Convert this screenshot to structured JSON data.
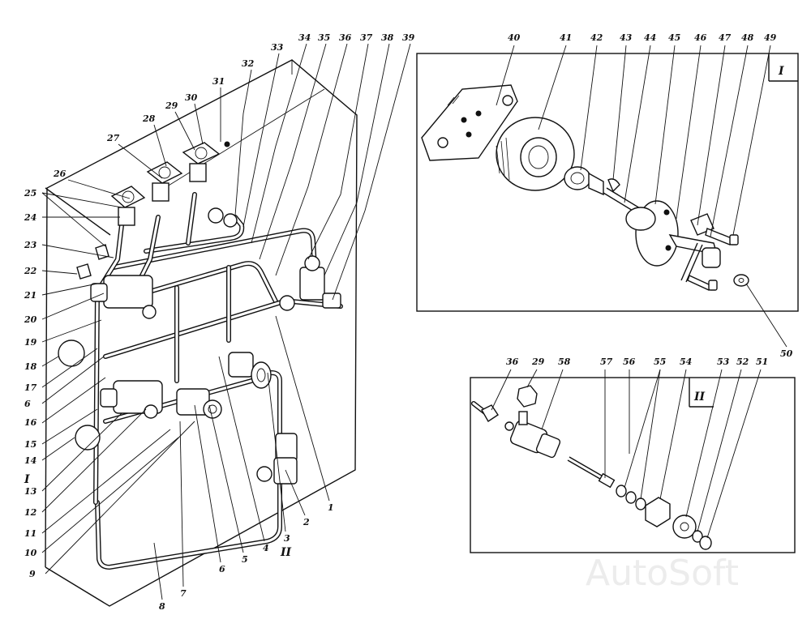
{
  "main_callouts": [
    "1",
    "2",
    "3",
    "4",
    "5",
    "6",
    "7",
    "8",
    "9",
    "10",
    "11",
    "12",
    "13",
    "14",
    "15",
    "16",
    "17",
    "18",
    "19",
    "20",
    "21",
    "22",
    "23",
    "24",
    "25",
    "26",
    "27",
    "28",
    "29",
    "30",
    "31",
    "32",
    "33",
    "34",
    "35",
    "36",
    "37",
    "38",
    "39"
  ],
  "main_roman_I": "I",
  "main_roman_II": "II",
  "left_column_labels": [
    "25",
    "24",
    "23",
    "22",
    "21",
    "20",
    "19",
    "18",
    "17",
    "6",
    "16",
    "15",
    "14",
    "I",
    "13",
    "12",
    "11",
    "10",
    "9"
  ],
  "bottom_labels": [
    "8",
    "7",
    "6",
    "5",
    "4",
    "3",
    "2",
    "1"
  ],
  "bottom_roman": "II",
  "top_labels": [
    "26",
    "27",
    "28",
    "29",
    "30",
    "31",
    "32",
    "33",
    "34",
    "35",
    "36",
    "37",
    "38",
    "39"
  ],
  "inset_I": {
    "roman": "I",
    "labels": [
      "40",
      "41",
      "42",
      "43",
      "44",
      "45",
      "46",
      "47",
      "48",
      "49",
      "50"
    ]
  },
  "inset_II": {
    "roman": "II",
    "labels": [
      "36",
      "29",
      "58",
      "57",
      "56",
      "55",
      "54",
      "53",
      "52",
      "51"
    ]
  },
  "watermark": "AutoSoft"
}
